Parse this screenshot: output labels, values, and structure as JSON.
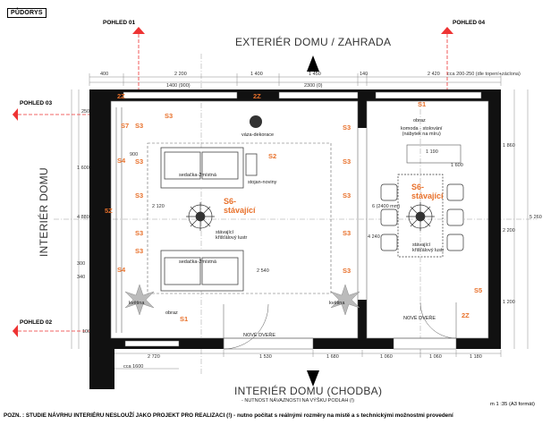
{
  "title_box": "PŮDORYS",
  "exterior_label": "EXTERIÉR DOMU / ZAHRADA",
  "interior_left_label": "INTERIÉR DOMU",
  "interior_bottom_label": "INTERIÉR DOMU (CHODBA)",
  "interior_bottom_note": "- NUTNOST NÁVAZNOSTI NA VÝŠKU PODLAH (!)",
  "views": {
    "p01": "POHLED 01",
    "p02": "POHLED 02",
    "p03": "POHLED 03",
    "p04": "POHLED 04"
  },
  "furniture": {
    "vaza": "váza-dekorace",
    "sedacka_top": "sedačka-2místná",
    "sedacka_bottom": "sedačka-2místná",
    "stojan": "stojan-noviny",
    "lustr_left": "stávající\nkřišťálový lustr",
    "lustr_right": "stávající\nkřišťálový lustr",
    "obraz_top": "obraz",
    "komoda": "komoda - stolování\n(nábytek na míru)",
    "kvetina_left": "květina",
    "kvetina_right": "květina",
    "obraz_bottom": "obraz",
    "nove_dvere_bottom": "NOVÉ DVEŘE",
    "nove_dvere_right": "NOVÉ DVEŘE"
  },
  "orange_labels": {
    "s6_left": "S6-\nstávající",
    "s6_right": "S6-\nstávající",
    "s1_top": "S1",
    "s1_bottom": "S1",
    "s2": "S2",
    "s3": "S3",
    "s4": "S4",
    "s5": "S5",
    "s7": "S7",
    "z2": "2Z",
    "z5": "5Z"
  },
  "dims_top": [
    "400",
    "2 200",
    "1 400",
    "1 450",
    "140",
    "2 420"
  ],
  "dims_top_sub": [
    "1400 (900)",
    "2300 (0)"
  ],
  "dims_bottom": [
    "2 720",
    "1 530",
    "1 680",
    "1 060",
    "1 060",
    "1 180"
  ],
  "dim_cca_top": "cca 200-250 (dle topení+záclona)",
  "dim_cca_bottom": "cca 1600",
  "dims_left": [
    "250",
    "1 600",
    "4 880",
    "300",
    "340",
    "100"
  ],
  "dims_right": [
    "1 860",
    "2 200",
    "5 260",
    "1 200",
    "4 240"
  ],
  "dims_inner": [
    "900",
    "2 120",
    "2 540",
    "1 190",
    "1 600",
    "6 (2400 mm)"
  ],
  "footnote": "POZN. : STUDIE NÁVRHU INTERIÉRU NESLOUŽÍ JAKO PROJEKT PRO REALIZACI (!) - nutno počítat s reálnými rozměry na místě a s technickými možnostmi provedení",
  "scale": "m 1 :35 (A3 formát)"
}
